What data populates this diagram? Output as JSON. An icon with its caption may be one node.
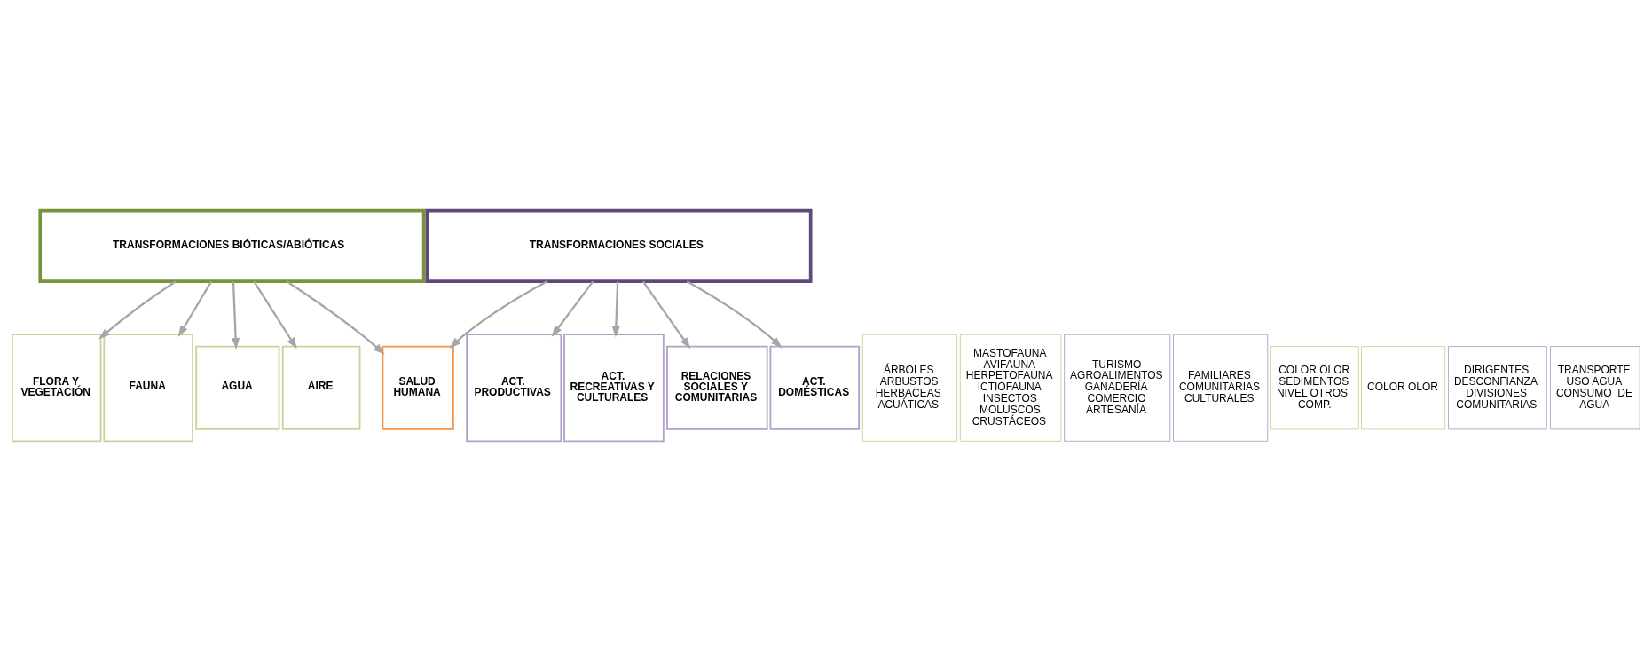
{
  "diagram": {
    "nodes": [
      {
        "text": [
          "FLORA Y VEGETACIÓN"
        ]
      },
      {
        "text": [
          "ÁRBOLES ARBUSTOS HERBACEAS ACUÁTICAS"
        ]
      },
      {
        "text": [
          "FAUNA"
        ]
      },
      {
        "text": [
          "MASTOFAUNA AVIFAUNA HERPETOFAUNA ICTIOFAUNA INSECTOS MOLUSCOS CRUSTÁCEOS"
        ]
      },
      {
        "text": [
          "ACT. PRODUCTIVAS"
        ]
      },
      {
        "text": [
          "TURISMO AGROALIMENTOS GANADERÍA COMERCIO ARTESANÍA"
        ]
      },
      {
        "text": [
          "ACT. RECREATIVAS Y CULTURALES"
        ]
      },
      {
        "text": [
          "FAMILIARES COMUNITARIAS CULTURALES"
        ]
      },
      {
        "text": [
          "TRANSFORMACIONES BIÓTICAS/ABIÓTICAS"
        ]
      },
      {
        "text": [
          "TRANSFORMACIONES SOCIALES"
        ]
      },
      {
        "text": [
          "AGUA"
        ]
      },
      {
        "text": [
          "COLOR OLOR SEDIMENTOS NIVEL OTROS  COMP."
        ]
      },
      {
        "text": [
          "AIRE"
        ]
      },
      {
        "text": [
          "COLOR OLOR"
        ]
      },
      {
        "text": [
          "SALUD HUMANA"
        ]
      },
      {
        "text": [
          "RELACIONES SOCIALES Y COMUNITARIAS"
        ]
      },
      {
        "text": [
          "DIRIGENTES DESCONFIANZA DIVISIONES COMUNITARIAS"
        ]
      },
      {
        "text": [
          "ACT. DOMÉSTICAS"
        ]
      },
      {
        "text": [
          "TRANSPORTE USO AGUA CONSUMO  DE AGUA"
        ]
      }
    ],
    "edges": [
      {
        "from": 8,
        "to": 0,
        "arrow": "to"
      },
      {
        "from": 8,
        "to": 2,
        "arrow": "to"
      },
      {
        "from": 9,
        "to": 4,
        "arrow": "to"
      },
      {
        "from": 9,
        "to": 6,
        "arrow": "to"
      },
      {
        "from": 8,
        "to": 10,
        "arrow": "to"
      },
      {
        "from": 8,
        "to": 12,
        "arrow": "to"
      },
      {
        "from": 8,
        "to": 14,
        "arrow": "to"
      },
      {
        "from": 9,
        "to": 14,
        "arrow": "to"
      },
      {
        "from": 9,
        "to": 15,
        "arrow": "to"
      },
      {
        "from": 9,
        "to": 17,
        "arrow": "to"
      }
    ]
  }
}
